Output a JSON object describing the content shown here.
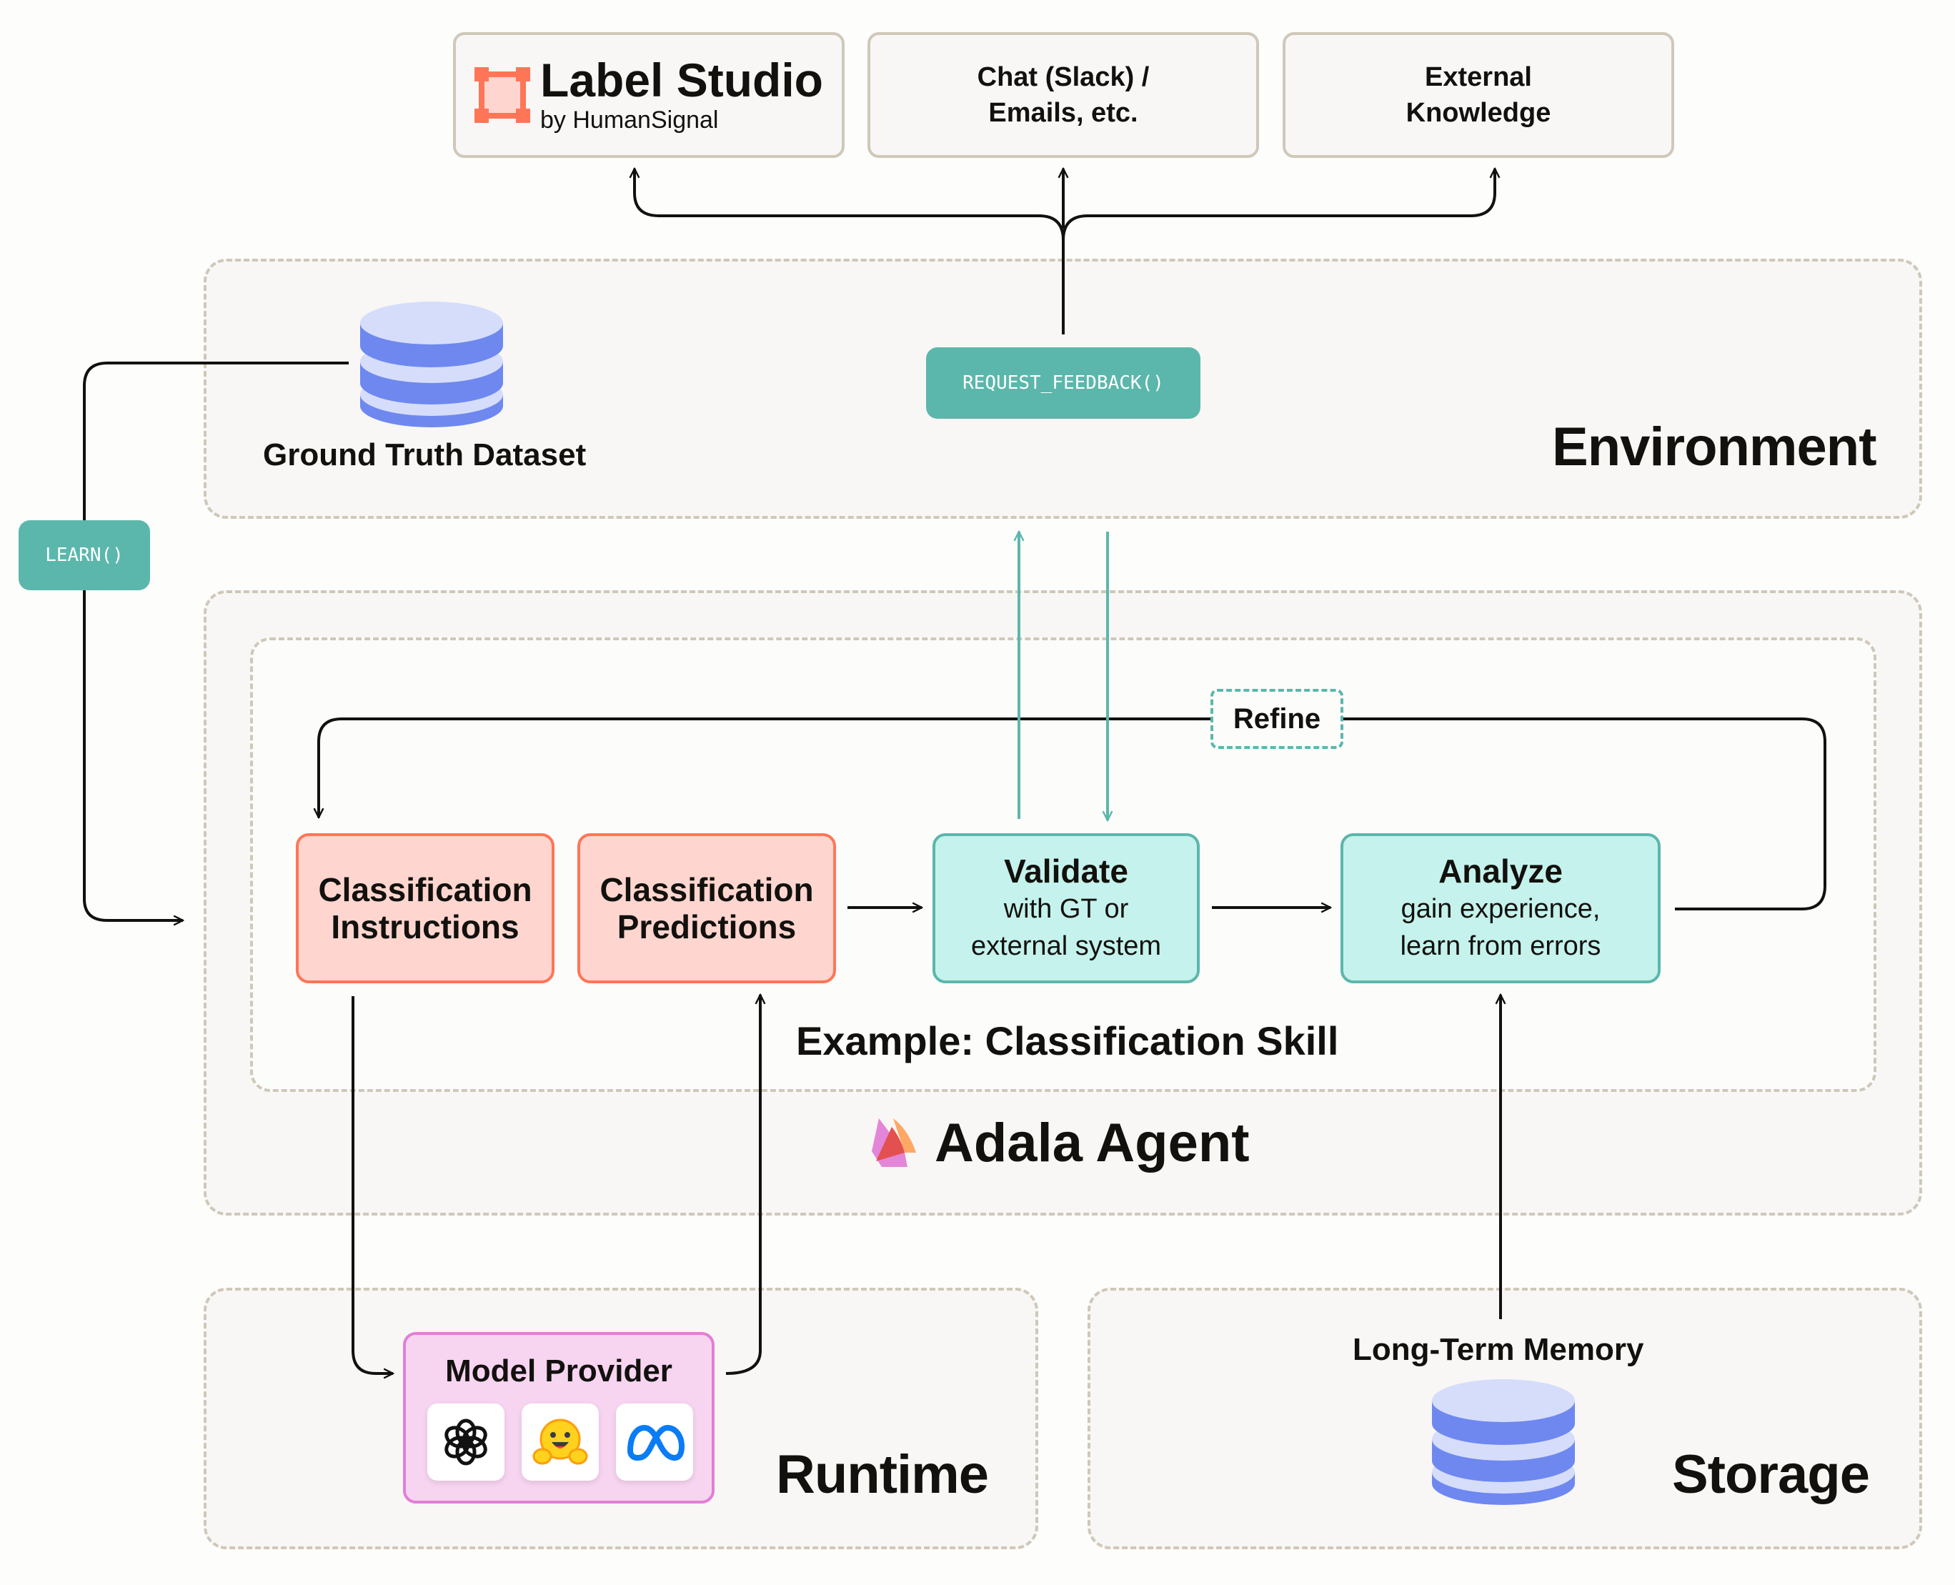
{
  "top_sources": {
    "label_studio": {
      "name": "Label Studio",
      "byline": "by HumanSignal",
      "brand_color": "#ff7557"
    },
    "chat": {
      "line1": "Chat (Slack) /",
      "line2": "Emails, etc."
    },
    "external": {
      "line1": "External",
      "line2": "Knowledge"
    }
  },
  "environment": {
    "title": "Environment",
    "dataset_label": "Ground Truth Dataset",
    "request_feedback": "REQUEST_FEEDBACK()"
  },
  "learn_label": "LEARN()",
  "agent": {
    "title": "Adala Agent",
    "skill_title": "Example: Classification Skill",
    "refine_label": "Refine",
    "nodes": {
      "instructions": {
        "line1": "Classification",
        "line2": "Instructions"
      },
      "predictions": {
        "line1": "Classification",
        "line2": "Predictions"
      },
      "validate": {
        "title": "Validate",
        "line1": "with GT or",
        "line2": "external system"
      },
      "analyze": {
        "title": "Analyze",
        "line1": "gain experience,",
        "line2": "learn from errors"
      }
    }
  },
  "runtime": {
    "title": "Runtime",
    "provider_label": "Model Provider",
    "providers": [
      "openai-logo",
      "huggingface-logo",
      "meta-logo"
    ]
  },
  "storage": {
    "title": "Storage",
    "memory_label": "Long-Term Memory"
  },
  "colors": {
    "teal": "#5bb7ab",
    "coral": "#ff7557",
    "coral_fill": "#ffd6cf",
    "teal_fill": "#c5f2ec",
    "pink": "#e17fd6",
    "db_blue": "#6e88f0",
    "db_light": "#d5ddfb"
  }
}
